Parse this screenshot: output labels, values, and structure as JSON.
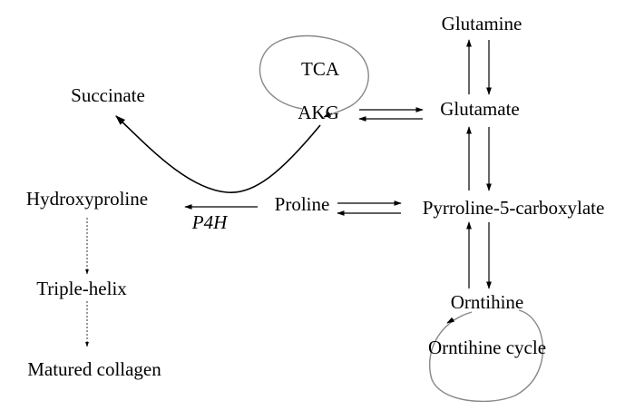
{
  "nodes": {
    "tca": "TCA",
    "akg": "AKG",
    "succinate": "Succinate",
    "glutamine": "Glutamine",
    "glutamate": "Glutamate",
    "proline": "Proline",
    "p5c": "Pyrroline-5-carboxylate",
    "hydroxyproline": "Hydroxyproline",
    "p4h": "P4H",
    "triple_helix": "Triple-helix",
    "matured_collagen": "Matured collagen",
    "ornithine": "Orntihine",
    "ornithine_cycle": "Orntihine cycle"
  },
  "colors": {
    "line": "#000000",
    "loop": "#888888",
    "dotted": "#444444"
  }
}
